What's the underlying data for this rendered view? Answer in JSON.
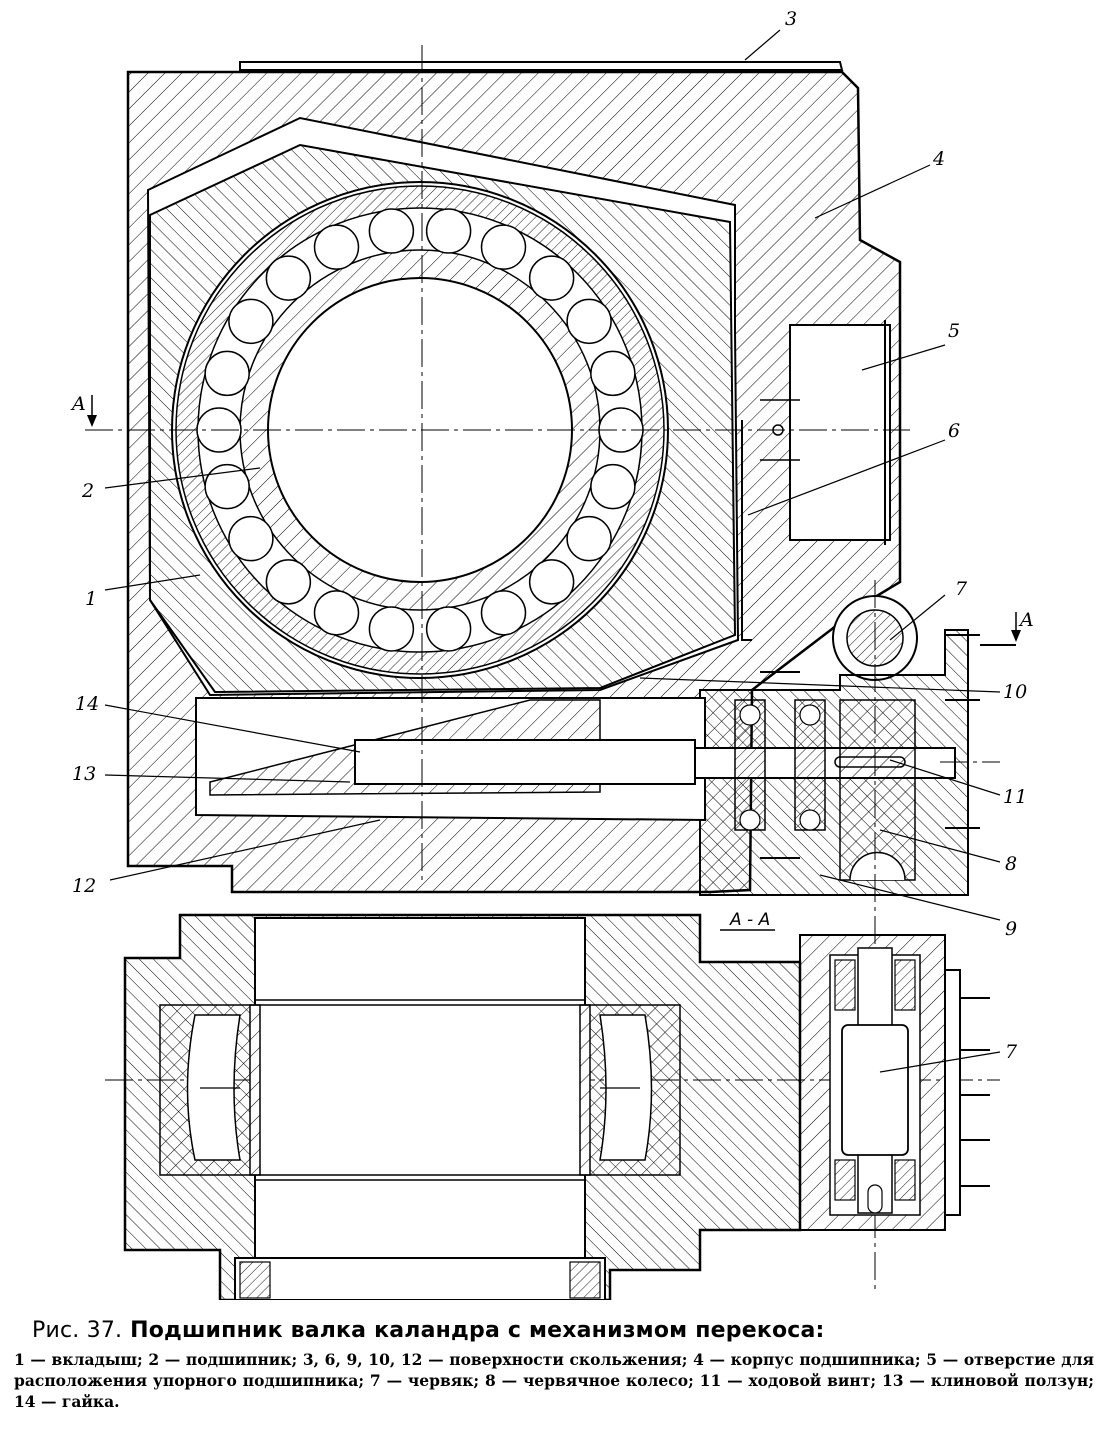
{
  "labels": {
    "l1": "1",
    "l2": "2",
    "l3": "3",
    "l4": "4",
    "l5": "5",
    "l6": "6",
    "l7": "7",
    "l7b": "7",
    "l8": "8",
    "l9": "9",
    "l10": "10",
    "l11": "11",
    "l12": "12",
    "l13": "13",
    "l14": "14"
  },
  "section_marks": {
    "left": "A",
    "right": "A",
    "view_title": "А - А"
  },
  "caption": {
    "figure": "Рис. 37.",
    "title": "Подшипник валка каландра с механизмом перекоса:",
    "legend": "1 — вкладыш; 2 — подшипник; 3, 6, 9, 10, 12 — поверхности скольжения; 4 — корпус подшипника; 5 — отверстие для расположения упорного подшипника; 7 — червяк; 8 — червячное колесо; 11 — ходовой винт; 13 — клиновой ползун; 14 — гайка."
  }
}
